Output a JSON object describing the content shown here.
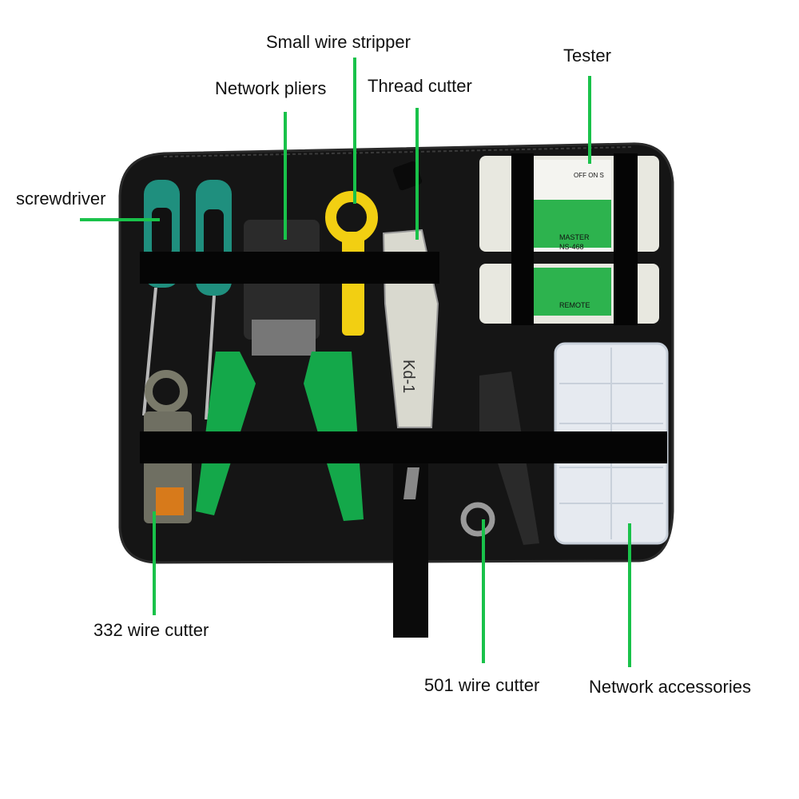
{
  "labels": {
    "small_wire_stripper": "Small wire stripper",
    "tester": "Tester",
    "network_pliers": "Network pliers",
    "thread_cutter": "Thread cutter",
    "screwdriver": "screwdriver",
    "wire_cutter_332": "332 wire cutter",
    "wire_cutter_501": "501 wire cutter",
    "network_accessories": "Network accessories"
  },
  "tester_panel": {
    "brand_text": "NS-468",
    "master_text": "MASTER",
    "remote_text": "REMOTE",
    "power_text": "OFF ON S"
  },
  "thread_cutter_text": "Kd-1",
  "colors": {
    "callout_line": "#19c24a",
    "bag": "#141414",
    "strap": "#050505",
    "tool_green": "#14a84a",
    "teal_handle": "#1f8f7e",
    "stripper_yellow": "#f2cf12"
  }
}
